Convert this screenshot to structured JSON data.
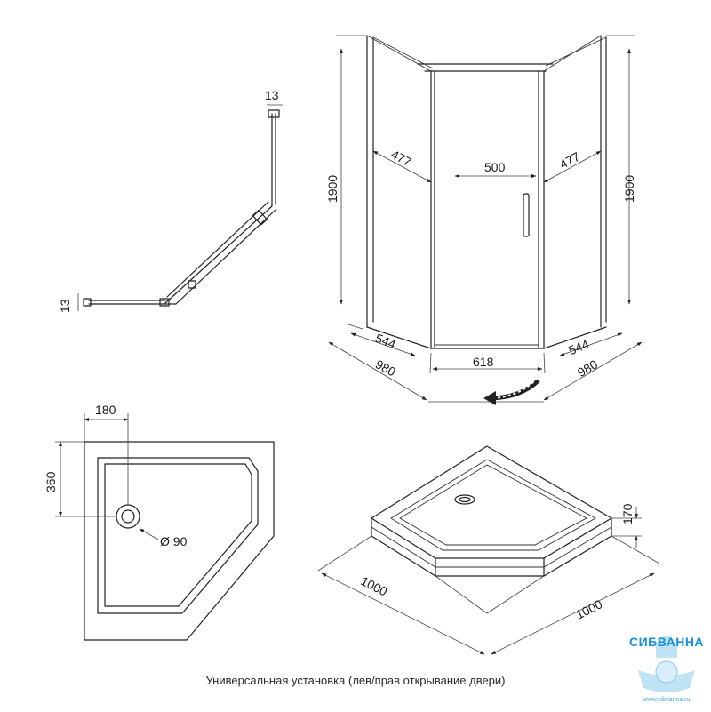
{
  "top_view": {
    "dim_top": "13",
    "dim_left": "13"
  },
  "cabin": {
    "height_left": "1900",
    "height_right": "1900",
    "panel_left": "477",
    "door": "500",
    "panel_right": "477",
    "bottom_left_side": "544",
    "bottom_front": "618",
    "bottom_right_side": "544",
    "overall_left": "980",
    "overall_right": "980"
  },
  "tray_plan": {
    "drain_offset_x": "180",
    "drain_offset_y": "360",
    "drain_diameter": "Ø 90"
  },
  "tray_3d": {
    "height": "170",
    "width_left": "1000",
    "width_right": "1000"
  },
  "caption": "Универсальная установка (лев/прав открывание двери)",
  "logo": {
    "name": "СИБВАННА",
    "url": "www.sibvanna.ru"
  },
  "colors": {
    "line": "#222222",
    "logo_blue": "#1b8fd0"
  }
}
